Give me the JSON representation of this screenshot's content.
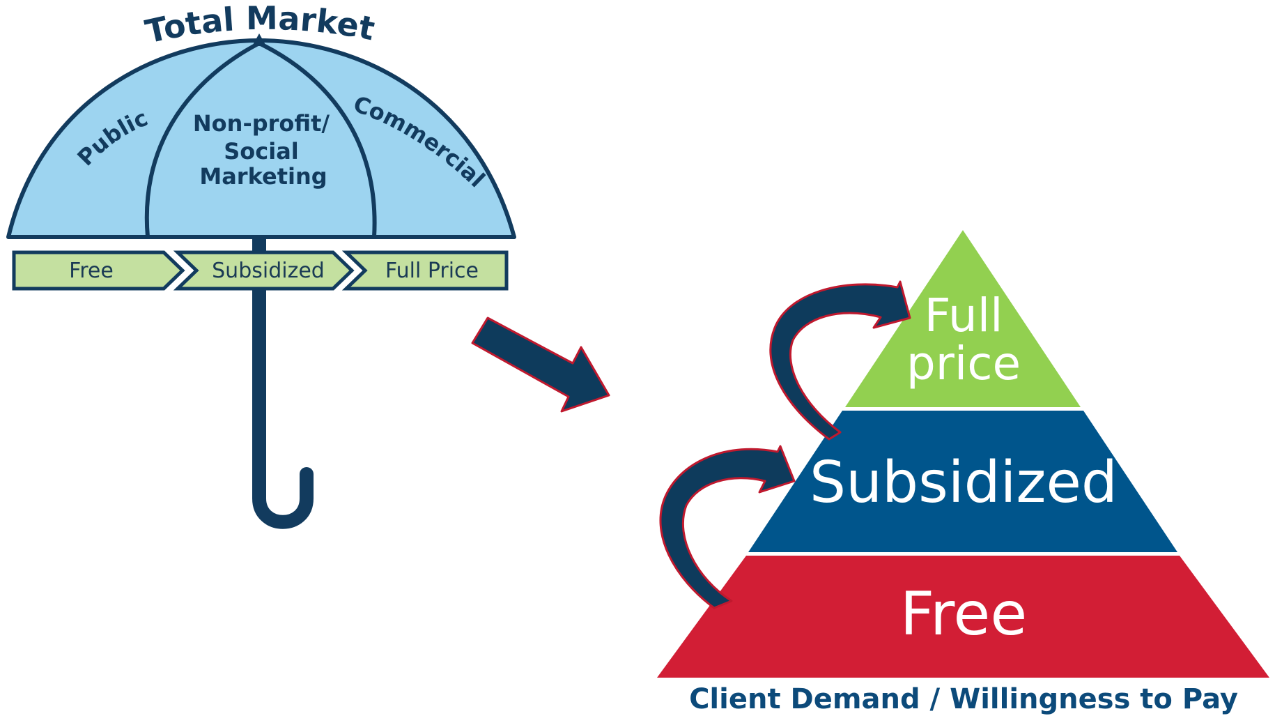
{
  "umbrella": {
    "title": "Total Market",
    "segments": {
      "public": "Public",
      "nonprofit_line1": "Non-profit/",
      "nonprofit_line2": "Social",
      "nonprofit_line3": "Marketing",
      "commercial": "Commercial"
    },
    "price_bands": [
      "Free",
      "Subsidized",
      "Full Price"
    ]
  },
  "pyramid": {
    "levels": [
      {
        "line1": "Full",
        "line2": "price",
        "color": "#92d050"
      },
      {
        "line1": "Subsidized",
        "color": "#00558c"
      },
      {
        "line1": "Free",
        "color": "#d21e35"
      }
    ],
    "caption": "Client Demand / Willingness to Pay"
  },
  "colors": {
    "canopy": "#9dd4f0",
    "outline": "#123b5e",
    "band_fill": "#c4e0a0",
    "arrow": "#0e3b5c",
    "arrow_edge": "#c0192e"
  }
}
